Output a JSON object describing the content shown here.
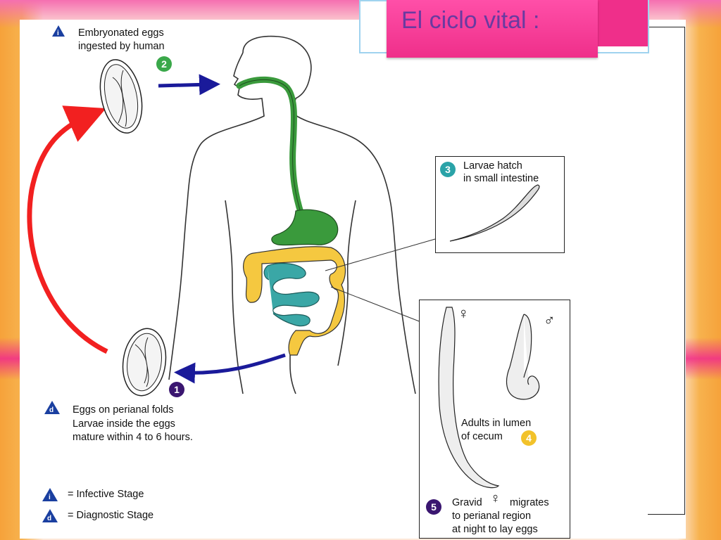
{
  "slide": {
    "title": "El ciclo vital :"
  },
  "diagram": {
    "steps": [
      {
        "number": "1",
        "lines": [
          "Eggs on perianal folds",
          "Larvae inside the eggs",
          "mature within 4 to 6 hours."
        ],
        "stage": "d",
        "color": "#3a1670"
      },
      {
        "number": "2",
        "lines": [
          "Embryonated eggs",
          "ingested by human"
        ],
        "stage": "i",
        "color": "#3aa84a"
      },
      {
        "number": "3",
        "lines": [
          "Larvae hatch",
          "in small intestine"
        ],
        "color": "#2aa3a8"
      },
      {
        "number": "4",
        "lines": [
          "Adults in lumen",
          "of cecum"
        ],
        "color": "#f2c22a"
      },
      {
        "number": "5",
        "lines": [
          "Gravid",
          "migrates",
          "to perianal region",
          "at night to lay eggs"
        ],
        "color": "#3a1670"
      }
    ],
    "female_symbol": "♀",
    "male_symbol": "♂",
    "legend": [
      {
        "icon_letter": "i",
        "text": "= Infective Stage"
      },
      {
        "icon_letter": "d",
        "text": "= Diagnostic Stage"
      }
    ],
    "colors": {
      "esophagus_stomach": "#3a9a3c",
      "large_intestine": "#f5c840",
      "small_intestine": "#3aa7a6",
      "cycle_arrow": "#f22020",
      "flow_arrow": "#1a1a9a",
      "stage_triangle": "#1a3fa0"
    }
  }
}
